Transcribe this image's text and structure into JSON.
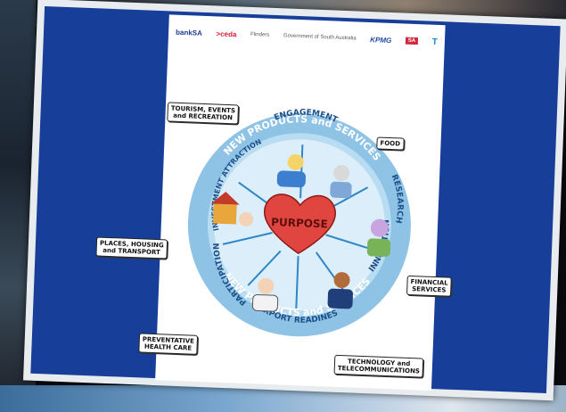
{
  "logos": {
    "bank": "bankSA",
    "ceda": ">ceda",
    "flinders": "Flinders",
    "gov": "Government of South Australia",
    "kpmg": "KPMG",
    "sa": "SA",
    "telstra": "T"
  },
  "ring": {
    "outer_top": "NEW PRODUCTS and SERVICES",
    "outer_bottom": "NEW PRODUCTS and SERVICES",
    "engagement": "ENGAGEMENT",
    "research": "RESEARCH",
    "innovation": "INNOVATION",
    "export_readiness": "EXPORT READINESS",
    "participation": "PARTICIPATION",
    "investment_attraction": "INVESTMENT ATTRACTION"
  },
  "center": {
    "label": "PURPOSE"
  },
  "tags": {
    "tourism": "TOURISM, EVENTS\nand RECREATION",
    "food": "FOOD",
    "places": "PLACES, HOUSING\nand TRANSPORT",
    "financial": "FINANCIAL\nSERVICES",
    "preventative": "PREVENTATIVE\nHEALTH CARE",
    "technology": "TECHNOLOGY and\nTELECOMMUNICATIONS"
  },
  "colors": {
    "slide_blue": "#173f9a",
    "ring_outer": "#8fc3e6",
    "ring_inner": "#b8dcf1",
    "heart": "#e0463f",
    "arrow": "#2f86c6"
  }
}
